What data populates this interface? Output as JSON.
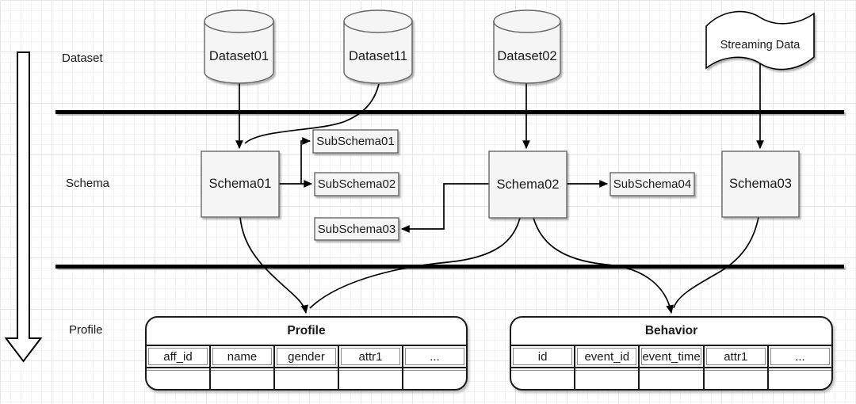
{
  "diagram": {
    "row_labels": {
      "dataset": "Dataset",
      "schema": "Schema",
      "profile": "Profile"
    },
    "datasets": [
      {
        "label": "Dataset01"
      },
      {
        "label": "Dataset11"
      },
      {
        "label": "Dataset02"
      }
    ],
    "streaming": {
      "label": "Streaming Data"
    },
    "schemas": [
      {
        "label": "Schema01"
      },
      {
        "label": "Schema02"
      },
      {
        "label": "Schema03"
      }
    ],
    "subschemas": [
      {
        "label": "SubSchema01"
      },
      {
        "label": "SubSchema02"
      },
      {
        "label": "SubSchema03"
      },
      {
        "label": "SubSchema04"
      }
    ],
    "tables": [
      {
        "title": "Profile",
        "columns": [
          "aff_id",
          "name",
          "gender",
          "attr1",
          "..."
        ]
      },
      {
        "title": "Behavior",
        "columns": [
          "id",
          "event_id",
          "event_time",
          "attr1",
          "..."
        ]
      }
    ],
    "colors": {
      "shape_fill": "#f5f5f5",
      "shape_border": "#666666",
      "connector": "#000000",
      "table_border": "#1a1a1a",
      "grid_minor": "#f4f4f4",
      "grid_major": "#e7e7e7"
    }
  }
}
